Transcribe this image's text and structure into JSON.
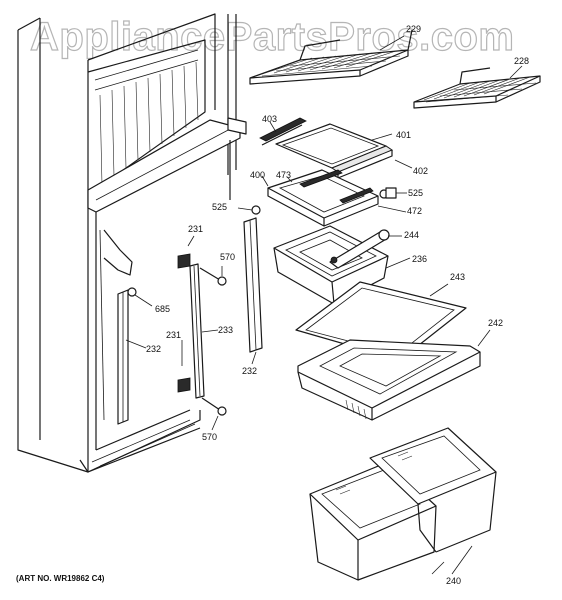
{
  "watermark": "AppliancePartsPros.com",
  "art_number": "(ART NO. WR19862 C4)",
  "callouts": {
    "c229": "229",
    "c228": "228",
    "c403": "403",
    "c401": "401",
    "c402": "402",
    "c400": "400",
    "c473": "473",
    "c525a": "525",
    "c525b": "525",
    "c472": "472",
    "c231a": "231",
    "c231b": "231",
    "c244": "244",
    "c570a": "570",
    "c570b": "570",
    "c236": "236",
    "c243": "243",
    "c685": "685",
    "c242": "242",
    "c233": "233",
    "c232a": "232",
    "c232b": "232",
    "c240": "240"
  }
}
